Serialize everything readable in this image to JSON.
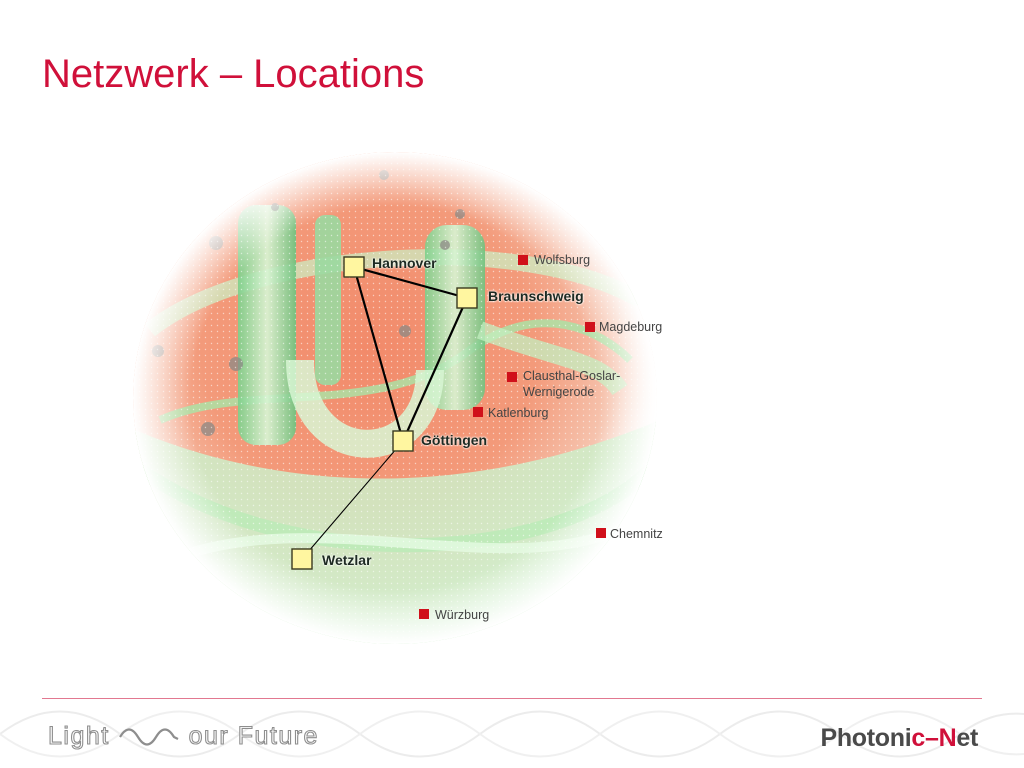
{
  "title": "Netzwerk – Locations",
  "hubs": [
    {
      "id": "hannover",
      "name": "Hannover"
    },
    {
      "id": "braunschweig",
      "name": "Braunschweig"
    },
    {
      "id": "goettingen",
      "name": "Göttingen"
    },
    {
      "id": "wetzlar",
      "name": "Wetzlar"
    }
  ],
  "locations": [
    {
      "id": "wolfsburg",
      "name": "Wolfsburg"
    },
    {
      "id": "magdeburg",
      "name": "Magdeburg"
    },
    {
      "id": "clausthal",
      "name": "Clausthal-Goslar-\nWernigerode"
    },
    {
      "id": "katlenburg",
      "name": "Katlenburg"
    },
    {
      "id": "chemnitz",
      "name": "Chemnitz"
    },
    {
      "id": "wuerzburg",
      "name": "Würzburg"
    }
  ],
  "connections": [
    [
      "hannover",
      "braunschweig"
    ],
    [
      "hannover",
      "goettingen"
    ],
    [
      "braunschweig",
      "goettingen"
    ],
    [
      "goettingen",
      "wetzlar"
    ]
  ],
  "footer": {
    "slogan_left": "Light",
    "slogan_right": "our Future",
    "brand_prefix": "Photoni",
    "brand_accent": "c–N",
    "brand_suffix": "et"
  },
  "colors": {
    "title": "#d0103a",
    "marker": "#d0101a",
    "hub_fill": "#fff6a0",
    "hub_stroke": "#3a3a20"
  }
}
